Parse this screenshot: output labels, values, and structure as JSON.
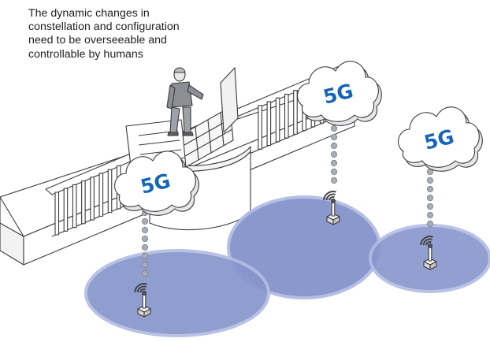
{
  "caption": {
    "lines": [
      "The dynamic changes in",
      "constellation and configuration",
      "need to be overseeable and",
      "controllable by humans"
    ]
  },
  "clouds": [
    {
      "label": "5G"
    },
    {
      "label": "5G"
    },
    {
      "label": "5G"
    }
  ],
  "colors": {
    "coverage_fill": "#8795cc",
    "coverage_edge": "#b3bde3",
    "label_blue": "#1565b8",
    "dot_fill": "#a9adb6",
    "line": "#3a3a3a"
  },
  "icons": [
    "operator-figure",
    "control-panel-icon",
    "cloud-icon",
    "antenna-tower-icon",
    "signal-waves-icon"
  ]
}
